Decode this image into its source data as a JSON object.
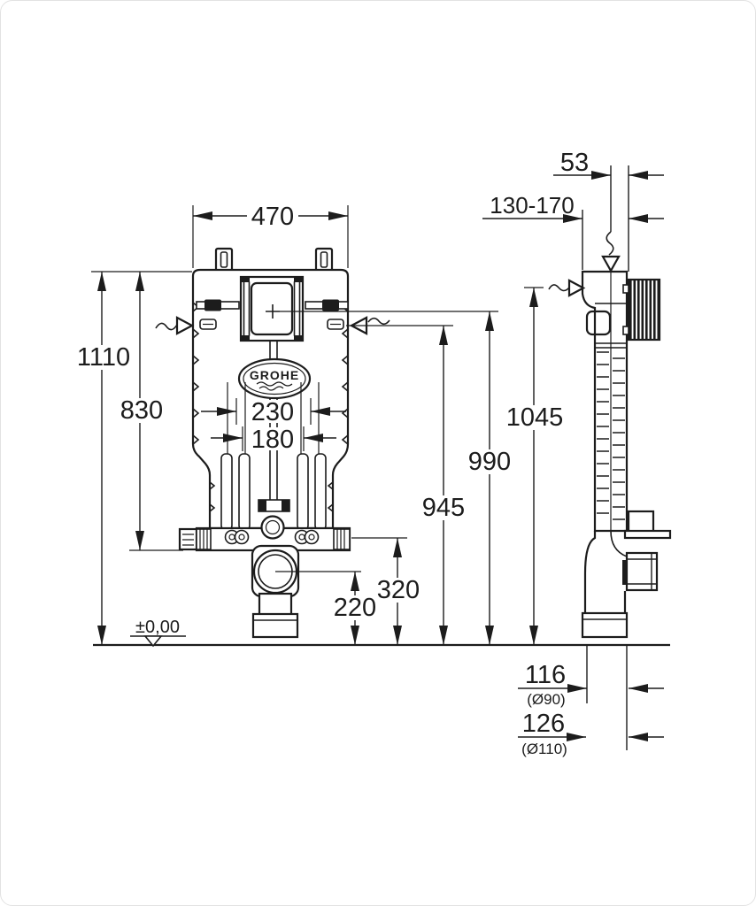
{
  "page": {
    "background": "#ffffff",
    "ink": "#1c1c1c",
    "border": "#e2e2e2"
  },
  "brand": {
    "logo": "GROHE"
  },
  "views": {
    "front": {
      "width": "470",
      "overall_height": "1110",
      "bracket_drop": "830",
      "rod_spacing_outer": "230",
      "rod_spacing_inner": "180",
      "outlet_axis_height": "220",
      "bracket_height": "320",
      "rod_axis_height": "945",
      "plate_axis_height": "990",
      "floor_level": "±0,00"
    },
    "side": {
      "frame_top_height": "1045",
      "pipe_offset": "53",
      "mounting_depth": "130-170",
      "outlet_proj_90": "116",
      "outlet_proj_90_dia": "(Ø90)",
      "outlet_proj_110": "126",
      "outlet_proj_110_dia": "(Ø110)"
    }
  }
}
